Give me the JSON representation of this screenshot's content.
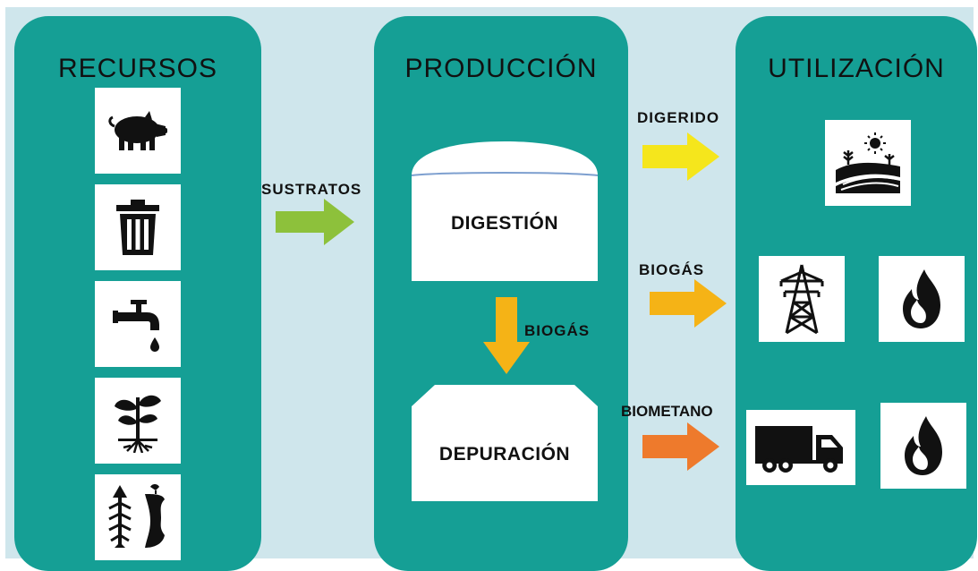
{
  "panels": {
    "resources": {
      "title": "RECURSOS"
    },
    "production": {
      "title": "PRODUCCIÓN"
    },
    "utilization": {
      "title": "UTILIZACIÓN"
    }
  },
  "resources_icons": [
    "pig-icon",
    "trash-bin-icon",
    "water-tap-icon",
    "plant-icon",
    "organic-waste-icon"
  ],
  "utilization_icons": [
    "field-landscape-icon",
    "power-tower-icon",
    "flame-icon",
    "truck-icon",
    "flame-icon"
  ],
  "flows": {
    "substrates": "SUSTRATOS",
    "digestate": "DIGERIDO",
    "biogas_internal": "BIOGÁS",
    "biogas_out": "BIOGÁS",
    "biomethane": "BIOMETANO"
  },
  "process": {
    "digestion": "DIGESTIÓN",
    "purification": "DEPURACIÓN"
  },
  "colors": {
    "background": "#cfe6ec",
    "panel": "#159f95",
    "substrates_arrow": "#8dc13b",
    "digestate_arrow": "#f5e61c",
    "biogas_arrow": "#f5b316",
    "biomethane_arrow": "#ee7a2c"
  }
}
